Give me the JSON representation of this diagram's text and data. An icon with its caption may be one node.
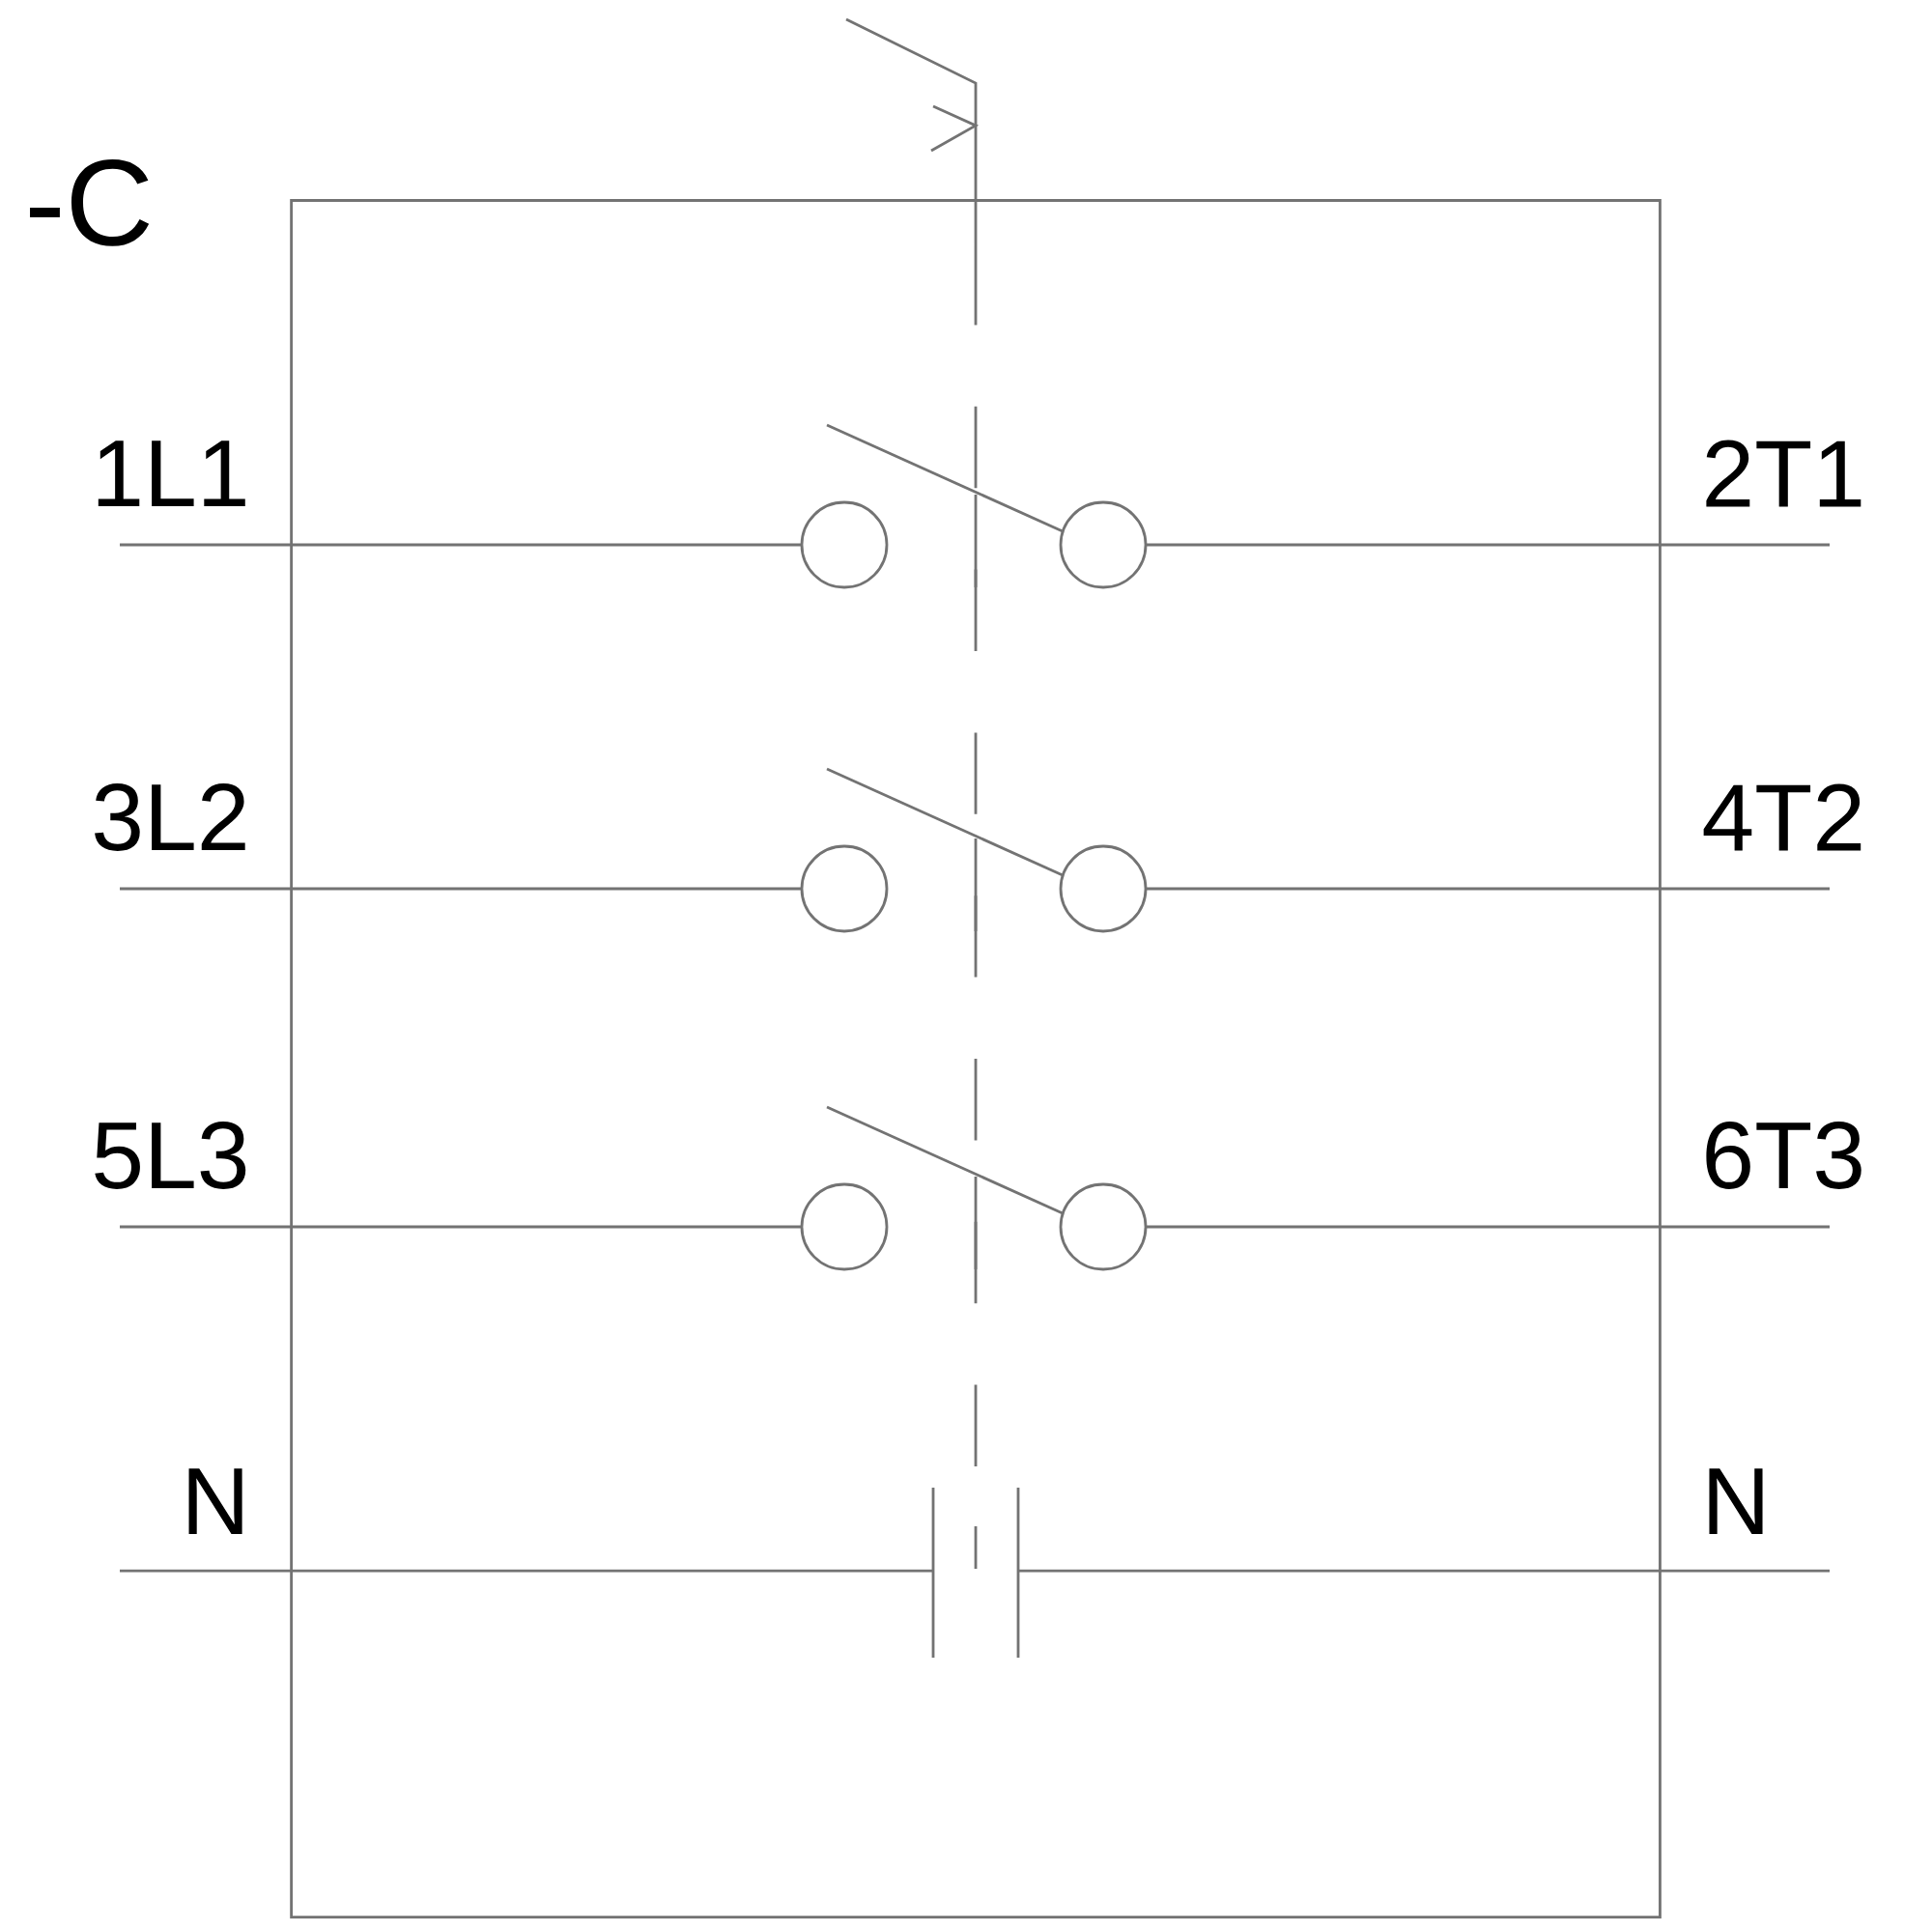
{
  "diagram": {
    "nodes": [
      {
        "text": [
          "-C"
        ]
      }
    ],
    "labels": [
      "1L1",
      "2T1",
      "3L2",
      "4T2",
      "5L3",
      "6T3",
      "N",
      "N"
    ]
  }
}
